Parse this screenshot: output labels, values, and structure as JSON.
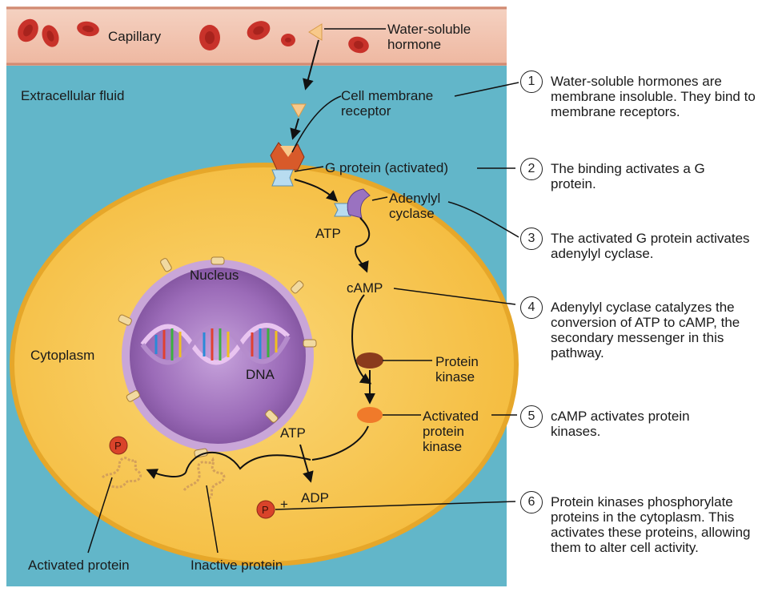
{
  "labels": {
    "capillary": "Capillary",
    "hormone": "Water-soluble\nhormone",
    "extracellular": "Extracellular fluid",
    "receptor": "Cell membrane\nreceptor",
    "gprotein": "G protein (activated)",
    "adenylyl": "Adenylyl\ncyclase",
    "atp_top": "ATP",
    "camp": "cAMP",
    "nucleus": "Nucleus",
    "dna": "DNA",
    "cytoplasm": "Cytoplasm",
    "protein_kinase": "Protein\nkinase",
    "activated_kinase": "Activated\nprotein\nkinase",
    "atp_bottom": "ATP",
    "plus": "+",
    "adp": "ADP",
    "p_symbol": "P",
    "activated_protein": "Activated protein",
    "inactive_protein": "Inactive protein"
  },
  "steps": [
    {
      "number": "1",
      "text": "Water-soluble hormones are membrane insoluble. They bind to membrane receptors."
    },
    {
      "number": "2",
      "text": "The binding activates a G protein."
    },
    {
      "number": "3",
      "text": "The activated G protein activates adenylyl cyclase."
    },
    {
      "number": "4",
      "text": "Adenylyl cyclase catalyzes the conversion of ATP to cAMP, the secondary messenger in this pathway."
    },
    {
      "number": "5",
      "text": "cAMP activates protein kinases."
    },
    {
      "number": "6",
      "text": "Protein kinases phosphorylate proteins in the cytoplasm. This activates these proteins, allowing them to alter cell activity."
    }
  ],
  "colors": {
    "capillary": "#f2c4b0",
    "red_cell": "#c8322a",
    "extracellular": "#5fb4c8",
    "cytoplasm": "#f7c34a",
    "membrane": "#e6a72a",
    "nucleus": "#8e5ba8",
    "nucleus_rim": "#c9a6d8",
    "hormone": "#f6c47c",
    "kinase_inactive": "#8a3a1c",
    "kinase_active": "#f07a2a",
    "phosphate": "#d9432a"
  }
}
